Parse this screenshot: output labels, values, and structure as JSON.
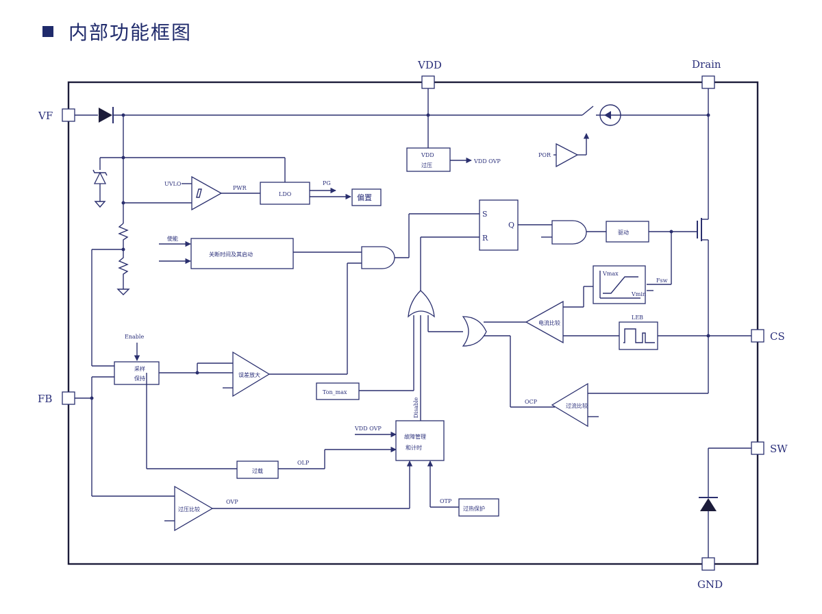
{
  "header": {
    "title": "内部功能框图"
  },
  "pins": {
    "vf": "VF",
    "vdd": "VDD",
    "drain": "Drain",
    "fb": "FB",
    "cs": "CS",
    "sw": "SW",
    "gnd": "GND"
  },
  "blocks": {
    "vdd_ovp_box_l1": "VDD",
    "vdd_ovp_box_l2": "过压",
    "vdd_ovp_out": "VDD OVP",
    "uvlo": "UVLO",
    "pwr": "PWR",
    "ldo": "LDO",
    "pg": "PG",
    "bias": "偏置",
    "por": "POR",
    "sr_s": "S",
    "sr_r": "R",
    "sr_q": "Q",
    "driver": "驱动",
    "timer_in": "使能",
    "timer": "关断时间及其启动",
    "tmax": "Ton_max",
    "enable": "Enable",
    "sh_l1": "采样",
    "sh_l2": "保持",
    "err_amp": "误差放大",
    "vdd_ovp_in": "VDD OVP",
    "fault_l1": "故障管理",
    "fault_l2": "和计时",
    "disable": "Disable",
    "olp_box": "过载",
    "olp": "OLP",
    "ovp": "OVP",
    "ovp_cmp": "过压比较",
    "otp": "OTP",
    "otp_box": "过热保护",
    "ocp": "OCP",
    "cs_cmp": "电流比较",
    "ocp_cmp": "过流比较",
    "leb": "LEB",
    "ramp_vmax": "Vmax",
    "ramp_vmin": "Vmin",
    "ramp_fsw": "Fsw"
  },
  "colors": {
    "title": "#1f2a6b",
    "wire": "#2a2f6e",
    "label": "#2a2f7a"
  }
}
